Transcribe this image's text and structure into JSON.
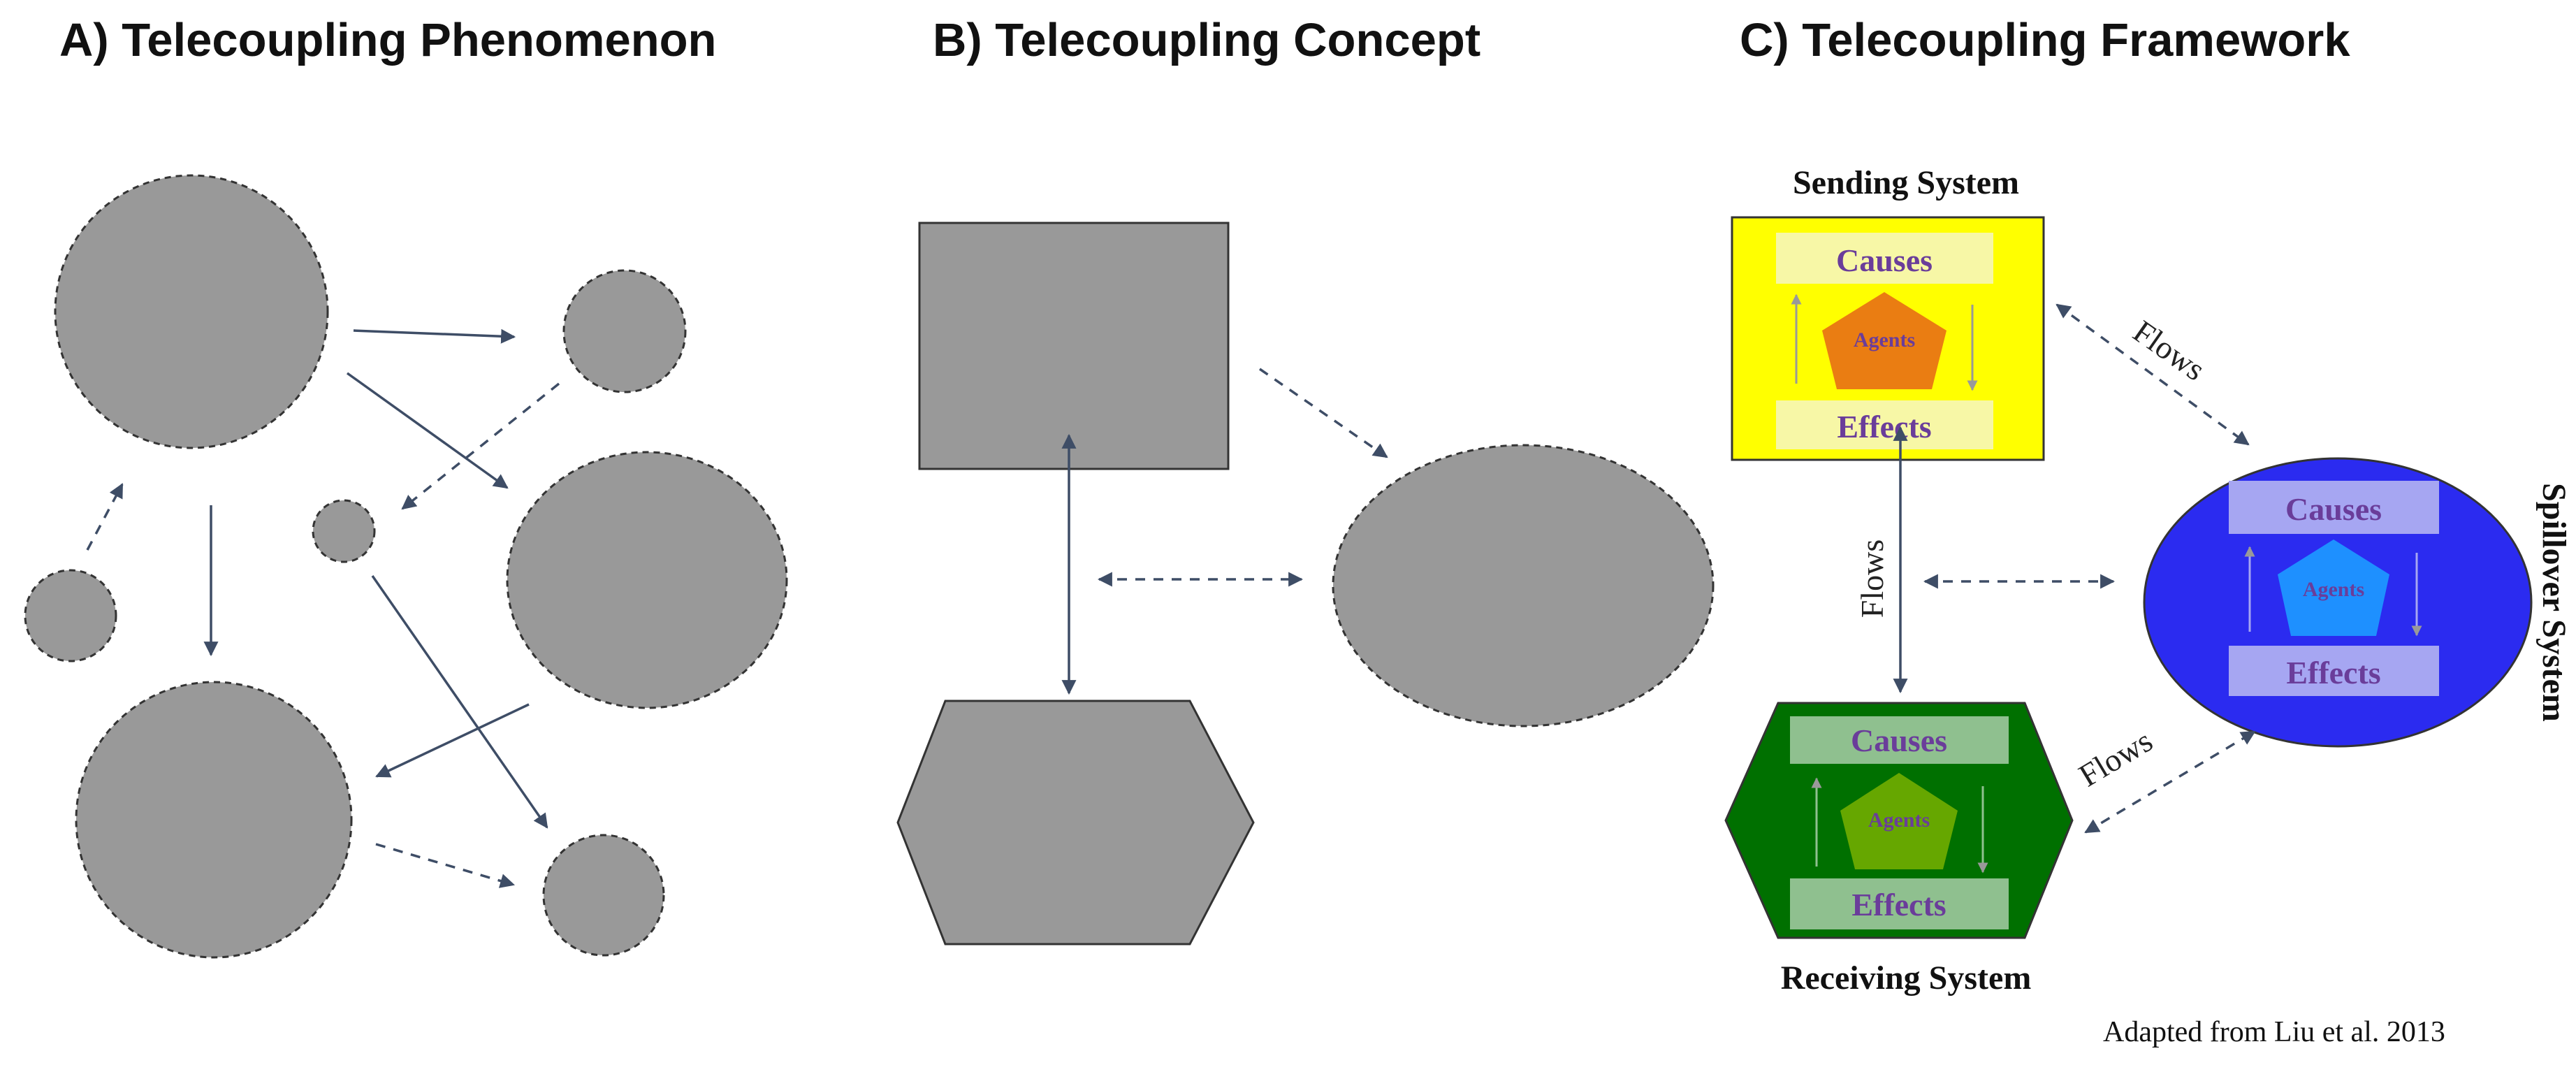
{
  "panels": {
    "a_title": "A) Telecoupling Phenomenon",
    "b_title": "B) Telecoupling Concept",
    "c_title": "C) Telecoupling Framework"
  },
  "framework": {
    "sending": {
      "title": "Sending System",
      "causes": "Causes",
      "agents": "Agents",
      "effects": "Effects"
    },
    "receiving": {
      "title": "Receiving System",
      "causes": "Causes",
      "agents": "Agents",
      "effects": "Effects"
    },
    "spillover": {
      "title": "Spillover System",
      "causes": "Causes",
      "agents": "Agents",
      "effects": "Effects"
    },
    "flows_label": "Flows"
  },
  "credit": "Adapted  from Liu et al. 2013",
  "colors": {
    "gray_shape": "#999999",
    "link": "#3e4d66",
    "sending_fill": "#ffff00",
    "sending_box": "#f7f7a6",
    "sending_agent": "#ea7d12",
    "receiving_fill": "#007000",
    "receiving_box": "#8fc08f",
    "receiving_agent": "#66a700",
    "spillover_fill": "#2b2bf0",
    "spillover_box": "#a6a6f2",
    "spillover_agent": "#1e90ff",
    "label_purple": "#6a3d9a"
  }
}
